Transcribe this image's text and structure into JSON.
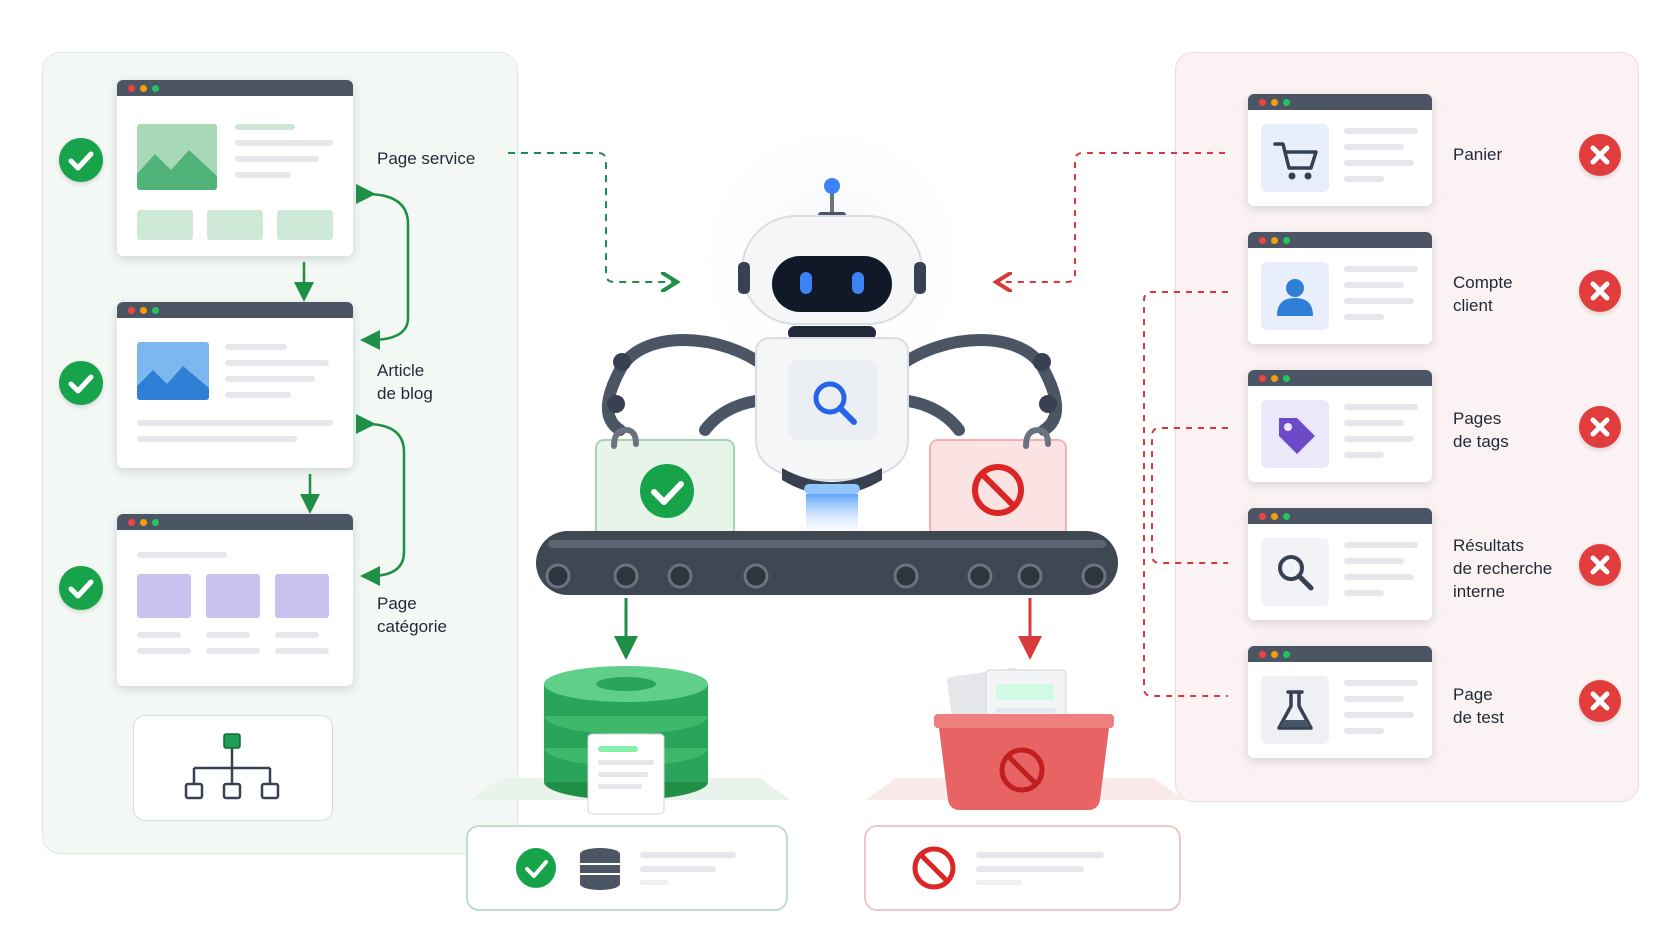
{
  "allowed_pages": [
    {
      "label": "Page service",
      "status_icon": "check-icon"
    },
    {
      "label": "Article\nde blog",
      "status_icon": "check-icon"
    },
    {
      "label": "Page\ncatégorie",
      "status_icon": "check-icon"
    }
  ],
  "blocked_pages": [
    {
      "label": "Panier",
      "icon": "cart-icon",
      "status_icon": "close-icon"
    },
    {
      "label": "Compte\nclient",
      "icon": "user-icon",
      "status_icon": "close-icon"
    },
    {
      "label": "Pages\nde tags",
      "icon": "tag-icon",
      "status_icon": "close-icon"
    },
    {
      "label": "Résultats\nde recherche\ninterne",
      "icon": "search-icon",
      "status_icon": "close-icon"
    },
    {
      "label": "Page\nde test",
      "icon": "flask-icon",
      "status_icon": "close-icon"
    }
  ],
  "center": {
    "robot_icon": "robot-icon",
    "conveyor_icon": "conveyor-belt-icon",
    "accepted_icon": "check-icon",
    "rejected_icon": "prohibited-icon",
    "index_icon": "database-icon",
    "trash_icon": "trash-bin-icon"
  },
  "sitemap_icon": "sitemap-icon",
  "colors": {
    "allowed": "#16a34a",
    "blocked": "#e23d3d",
    "robot_accent": "#2563eb",
    "card_header": "#4b5563"
  }
}
